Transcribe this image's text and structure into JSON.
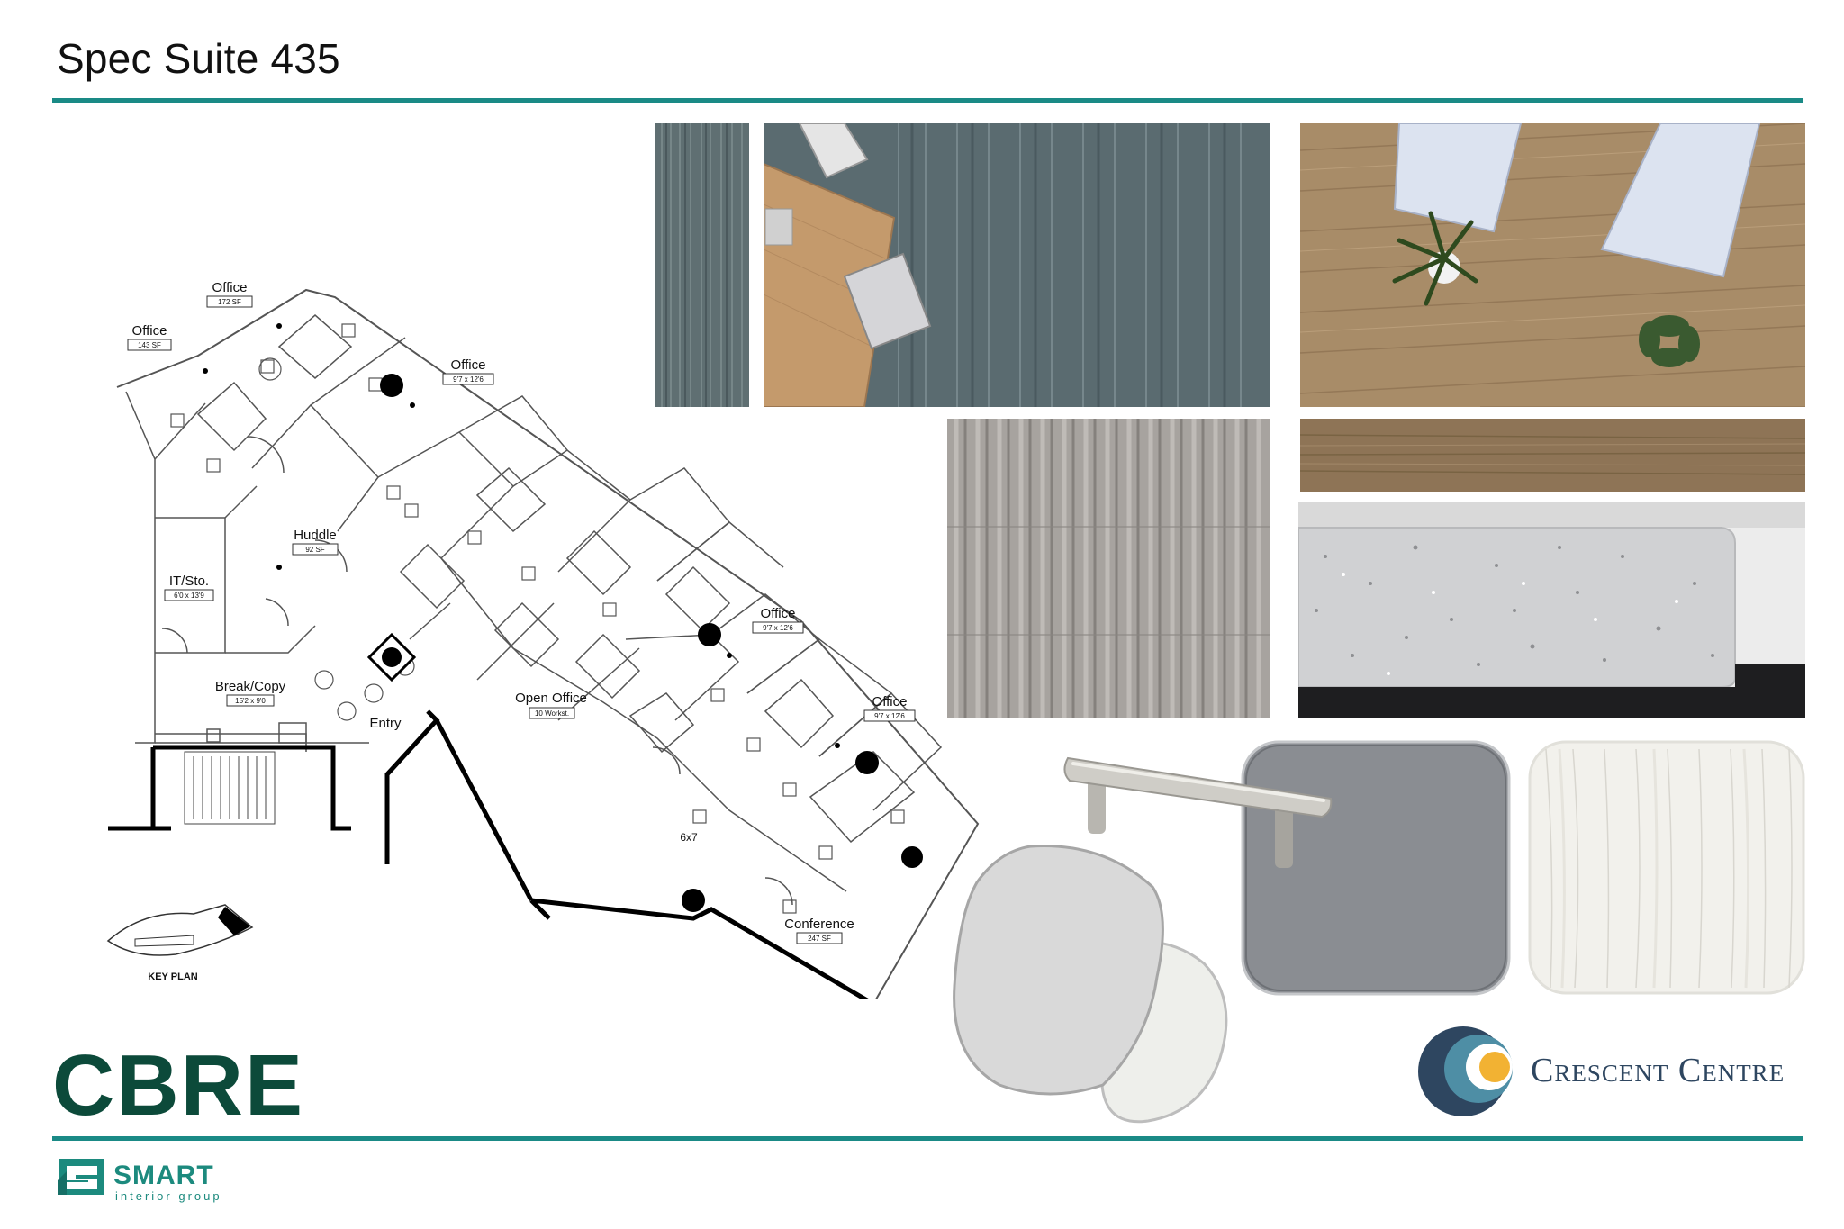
{
  "title": "Spec Suite 435",
  "colors": {
    "accent": "#1a8a86",
    "cbre": "#0c4a3a",
    "smart": "#1c8a7e",
    "crescent_navy": "#2e4660",
    "crescent_teal": "#4e8ea5",
    "crescent_gold": "#f2b233"
  },
  "floorplan": {
    "rooms": [
      {
        "name": "Office",
        "size": "172 SF"
      },
      {
        "name": "Office",
        "size": "143 SF"
      },
      {
        "name": "Office",
        "size": "9'7 x 12'6"
      },
      {
        "name": "Huddle",
        "size": "92 SF"
      },
      {
        "name": "IT/Sto.",
        "size": "6'0 x 13'9"
      },
      {
        "name": "Office",
        "size": "9'7 x 12'6"
      },
      {
        "name": "Office",
        "size": "9'7 x 12'6"
      },
      {
        "name": "Break/Copy",
        "size": "15'2 x 9'0"
      },
      {
        "name": "Open Office",
        "size": "10 Workst."
      },
      {
        "name": "Conference",
        "size": "247 SF"
      }
    ],
    "entry_label": "Entry",
    "small_label": "6x7",
    "key_plan_label": "KEY PLAN"
  },
  "logos": {
    "cbre": "CBRE",
    "smart": "SMART",
    "smart_sub": "interior group",
    "crescent": "Crescent Centre"
  }
}
